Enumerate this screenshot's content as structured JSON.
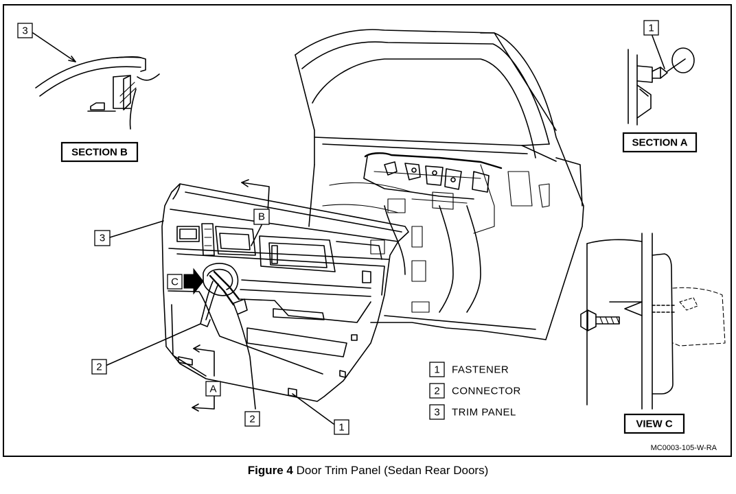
{
  "figure": {
    "caption_number": "Figure 4",
    "caption_title": "Door Trim Panel (Sedan Rear Doors)",
    "drawing_code": "MC0003-105-W-RA"
  },
  "views": {
    "section_b": "SECTION B",
    "section_a": "SECTION A",
    "view_c": "VIEW C"
  },
  "callouts": {
    "one": "1",
    "two": "2",
    "three": "3",
    "letter_a": "A",
    "letter_b": "B",
    "letter_c": "C"
  },
  "legend": [
    {
      "num": "1",
      "label": "FASTENER"
    },
    {
      "num": "2",
      "label": "CONNECTOR"
    },
    {
      "num": "3",
      "label": "TRIM PANEL"
    }
  ]
}
